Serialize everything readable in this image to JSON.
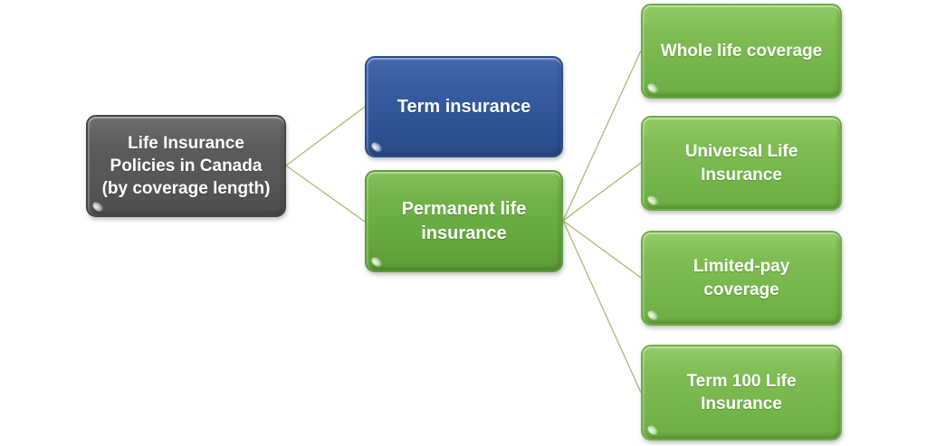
{
  "diagram": {
    "title": "Life Insurance Policies in Canada (by coverage length)",
    "root": {
      "label": "Life Insurance\nPolicies in Canada\n(by coverage length)",
      "color": "#595959",
      "text_color": "#ffffff"
    },
    "level2": [
      {
        "label": "Term insurance",
        "color": "#2f5495",
        "text_color": "#ffffff"
      },
      {
        "label": "Permanent life\ninsurance",
        "color": "#65a83d",
        "text_color": "#ffffff"
      }
    ],
    "level3": [
      {
        "label": "Whole life coverage",
        "color": "#74b54a",
        "text_color": "#ffffff"
      },
      {
        "label": "Universal Life\nInsurance",
        "color": "#74b54a",
        "text_color": "#ffffff"
      },
      {
        "label": "Limited-pay\ncoverage",
        "color": "#74b54a",
        "text_color": "#ffffff"
      },
      {
        "label": "Term 100 Life\nInsurance",
        "color": "#74b54a",
        "text_color": "#ffffff"
      }
    ],
    "connector_color": "#a3be73"
  }
}
